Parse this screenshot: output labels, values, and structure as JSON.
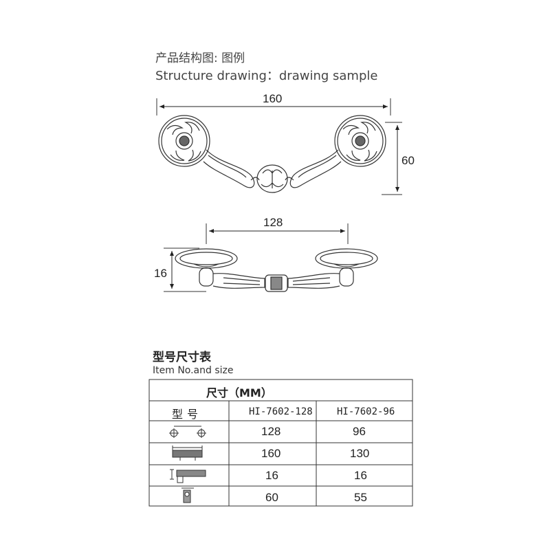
{
  "header": {
    "title_cn": "产品结构图: 图例",
    "title_en": "Structure drawing：drawing sample"
  },
  "drawing": {
    "top_view": {
      "width_label": "160",
      "height_label": "60"
    },
    "side_view": {
      "center_label": "128",
      "height_label": "16"
    }
  },
  "size_table": {
    "title_cn": "型号尺寸表",
    "title_en": "Item No.and size",
    "unit_header": "尺寸（MM）",
    "model_header": "型号",
    "models": [
      "HI-7602-128",
      "HI-7602-96"
    ],
    "rows": [
      {
        "icon": "hole-spacing-icon",
        "values": [
          "128",
          "96"
        ]
      },
      {
        "icon": "length-icon",
        "values": [
          "160",
          "130"
        ]
      },
      {
        "icon": "height-icon",
        "values": [
          "16",
          "16"
        ]
      },
      {
        "icon": "width-icon",
        "values": [
          "60",
          "55"
        ]
      }
    ]
  }
}
